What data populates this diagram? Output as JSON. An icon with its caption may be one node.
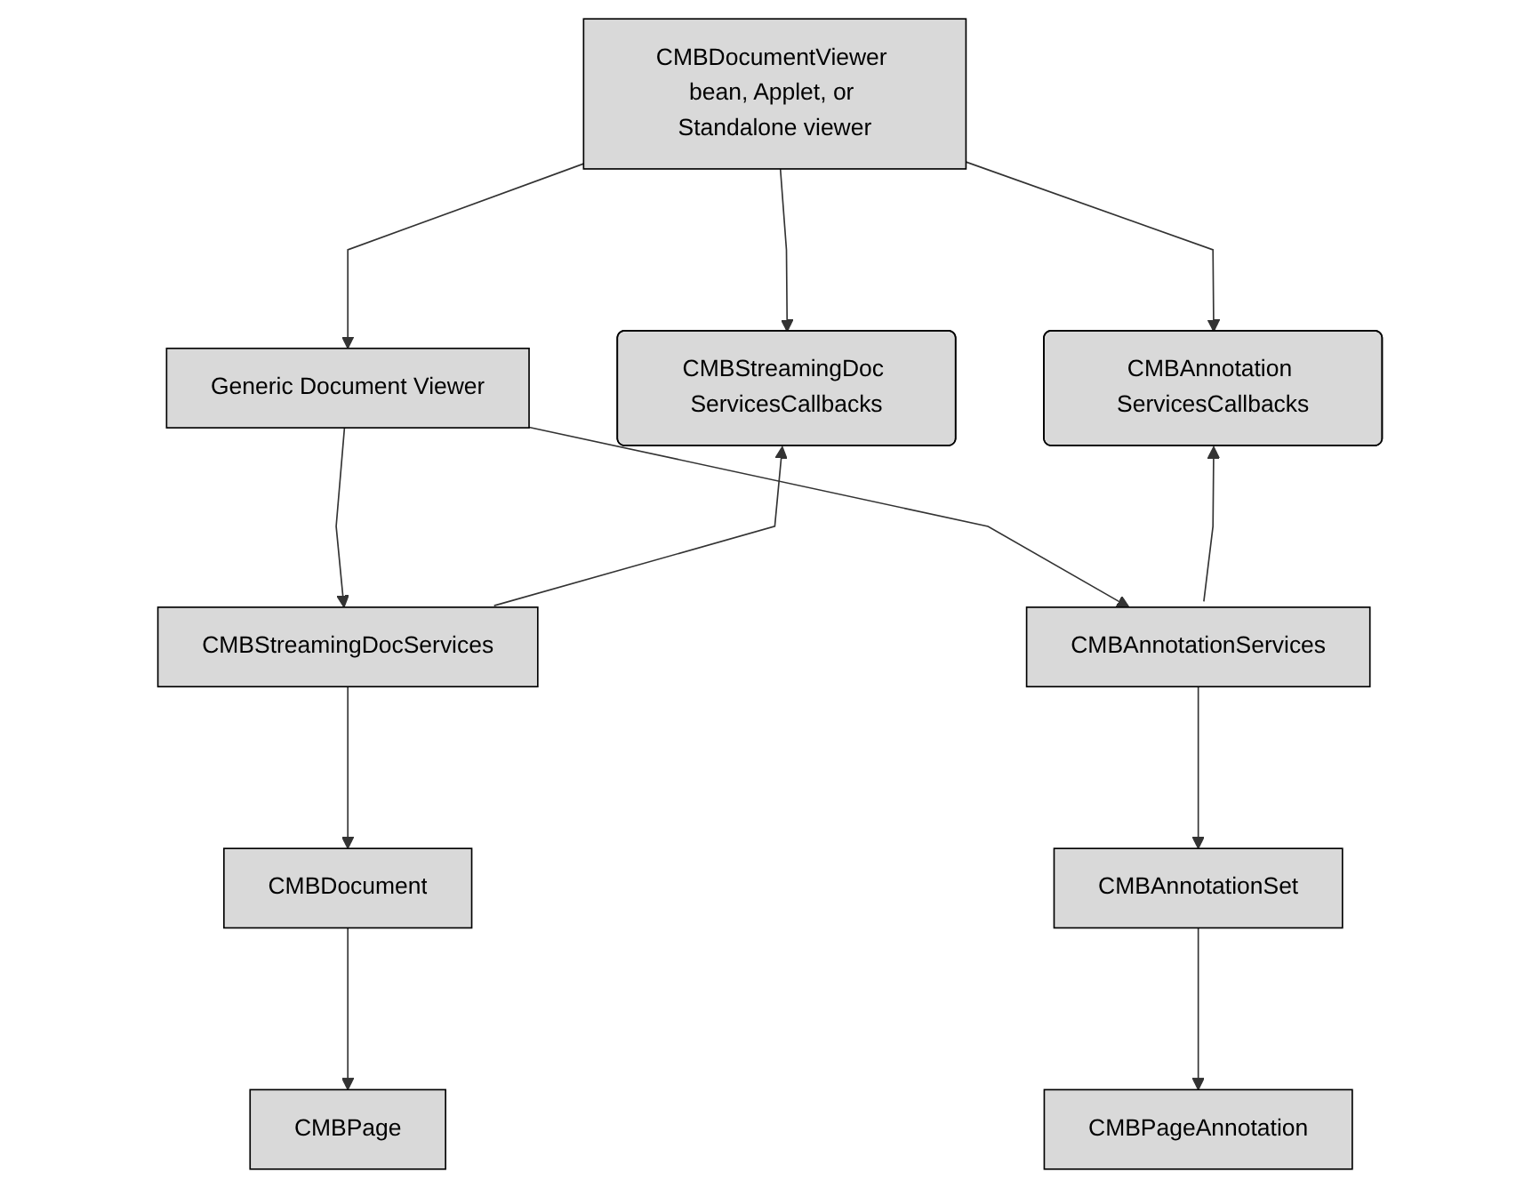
{
  "diagram": {
    "nodes": [
      {
        "text": [
          "CMBDocumentViewer bean, Applet, or Standalone viewer"
        ]
      },
      {
        "text": [
          "Generic Document Viewer"
        ]
      },
      {
        "text": [
          "CMBStreamingDoc ServicesCallbacks"
        ]
      },
      {
        "text": [
          "CMBAnnotation ServicesCallbacks"
        ]
      },
      {
        "text": [
          "CMBStreamingDocServices"
        ]
      },
      {
        "text": [
          "CMBAnnotationServices"
        ]
      },
      {
        "text": [
          "CMBDocument"
        ]
      },
      {
        "text": [
          "CMBAnnotationSet"
        ]
      },
      {
        "text": [
          "CMBPage"
        ]
      },
      {
        "text": [
          "CMBPageAnnotation"
        ]
      }
    ],
    "edges": [
      {
        "from": 0,
        "to": 1,
        "arrow": "to"
      },
      {
        "from": 0,
        "to": 2,
        "arrow": "to"
      },
      {
        "from": 0,
        "to": 3,
        "arrow": "to"
      },
      {
        "from": 1,
        "to": 4,
        "arrow": "to"
      },
      {
        "from": 1,
        "to": 5,
        "arrow": "to"
      },
      {
        "from": 4,
        "to": 2,
        "arrow": "to"
      },
      {
        "from": 5,
        "to": 3,
        "arrow": "to"
      },
      {
        "from": 4,
        "to": 6,
        "arrow": "to"
      },
      {
        "from": 5,
        "to": 7,
        "arrow": "to"
      },
      {
        "from": 6,
        "to": 8,
        "arrow": "to"
      },
      {
        "from": 7,
        "to": 9,
        "arrow": "to"
      }
    ]
  }
}
